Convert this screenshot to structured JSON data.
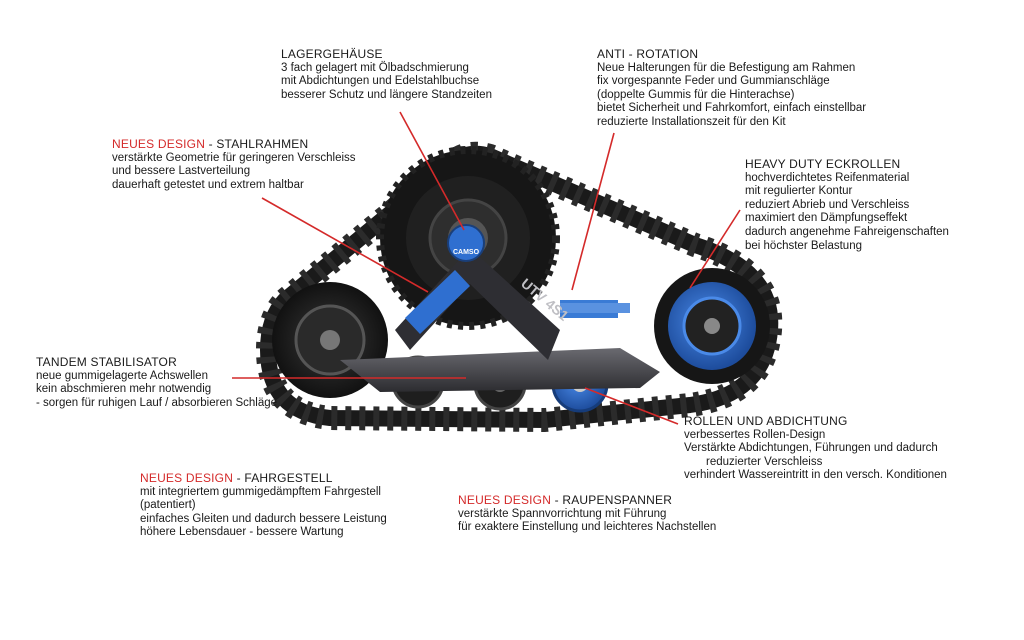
{
  "brand_text": "CAMSO",
  "model_text": "UTV 4S1",
  "colors": {
    "accent_red": "#d42a2a",
    "accent_blue": "#2f6fd0",
    "rubber": "#1c1c1c"
  },
  "callouts": {
    "lagergehaeuse": {
      "title": "LAGERGEHÄUSE",
      "lines": [
        "3 fach gelagert mit Ölbadschmierung",
        "mit Abdichtungen und  Edelstahlbuchse",
        "besserer Schutz und längere Standzeiten"
      ]
    },
    "anti_rotation": {
      "title": "ANTI - ROTATION",
      "lines": [
        "Neue Halterungen für die Befestigung am Rahmen",
        "fix vorgespannte Feder und Gummianschläge",
        "(doppelte Gummis für die Hinterachse)",
        "bietet Sicherheit und Fahrkomfort, einfach einstellbar",
        "reduzierte Installationszeit für den Kit"
      ]
    },
    "stahlrahmen": {
      "title_red": "NEUES DESIGN",
      "title_rest": " - STAHLRAHMEN",
      "lines": [
        "verstärkte Geometrie für geringeren Verschleiss",
        "und bessere Lastverteilung",
        "dauerhaft getestet und extrem haltbar"
      ]
    },
    "eckrollen": {
      "title": "HEAVY DUTY ECKROLLEN",
      "lines": [
        "hochverdichtetes Reifenmaterial",
        "mit regulierter Kontur",
        "reduziert Abrieb und Verschleiss",
        "maximiert den Dämpfungseffekt",
        "dadurch angenehme Fahreigenschaften",
        "bei höchster Belastung"
      ]
    },
    "tandem": {
      "title": "TANDEM STABILISATOR",
      "lines": [
        "neue gummigelagerte Achswellen",
        "kein abschmieren  mehr notwendig",
        "- sorgen für ruhigen Lauf / absorbieren Schläge"
      ]
    },
    "rollen": {
      "title": "ROLLEN UND ABDICHTUNG",
      "lines": [
        "verbessertes Rollen-Design",
        "Verstärkte Abdichtungen, Führungen und  dadurch",
        "reduzierter Verschleiss",
        "verhindert Wassereintritt in den versch. Konditionen"
      ]
    },
    "fahrgestell": {
      "title_red": "NEUES DESIGN",
      "title_rest": " -  FAHRGESTELL",
      "lines": [
        "mit integriertem gummigedämpftem Fahrgestell",
        "(patentiert)",
        "einfaches  Gleiten und dadurch bessere Leistung",
        "höhere Lebensdauer - bessere Wartung"
      ]
    },
    "raupenspanner": {
      "title_red": "NEUES DESIGN",
      "title_rest": " -  RAUPENSPANNER",
      "lines": [
        "verstärkte Spannvorrichtung mit Führung",
        "für exaktere Einstellung und leichteres Nachstellen"
      ]
    }
  }
}
